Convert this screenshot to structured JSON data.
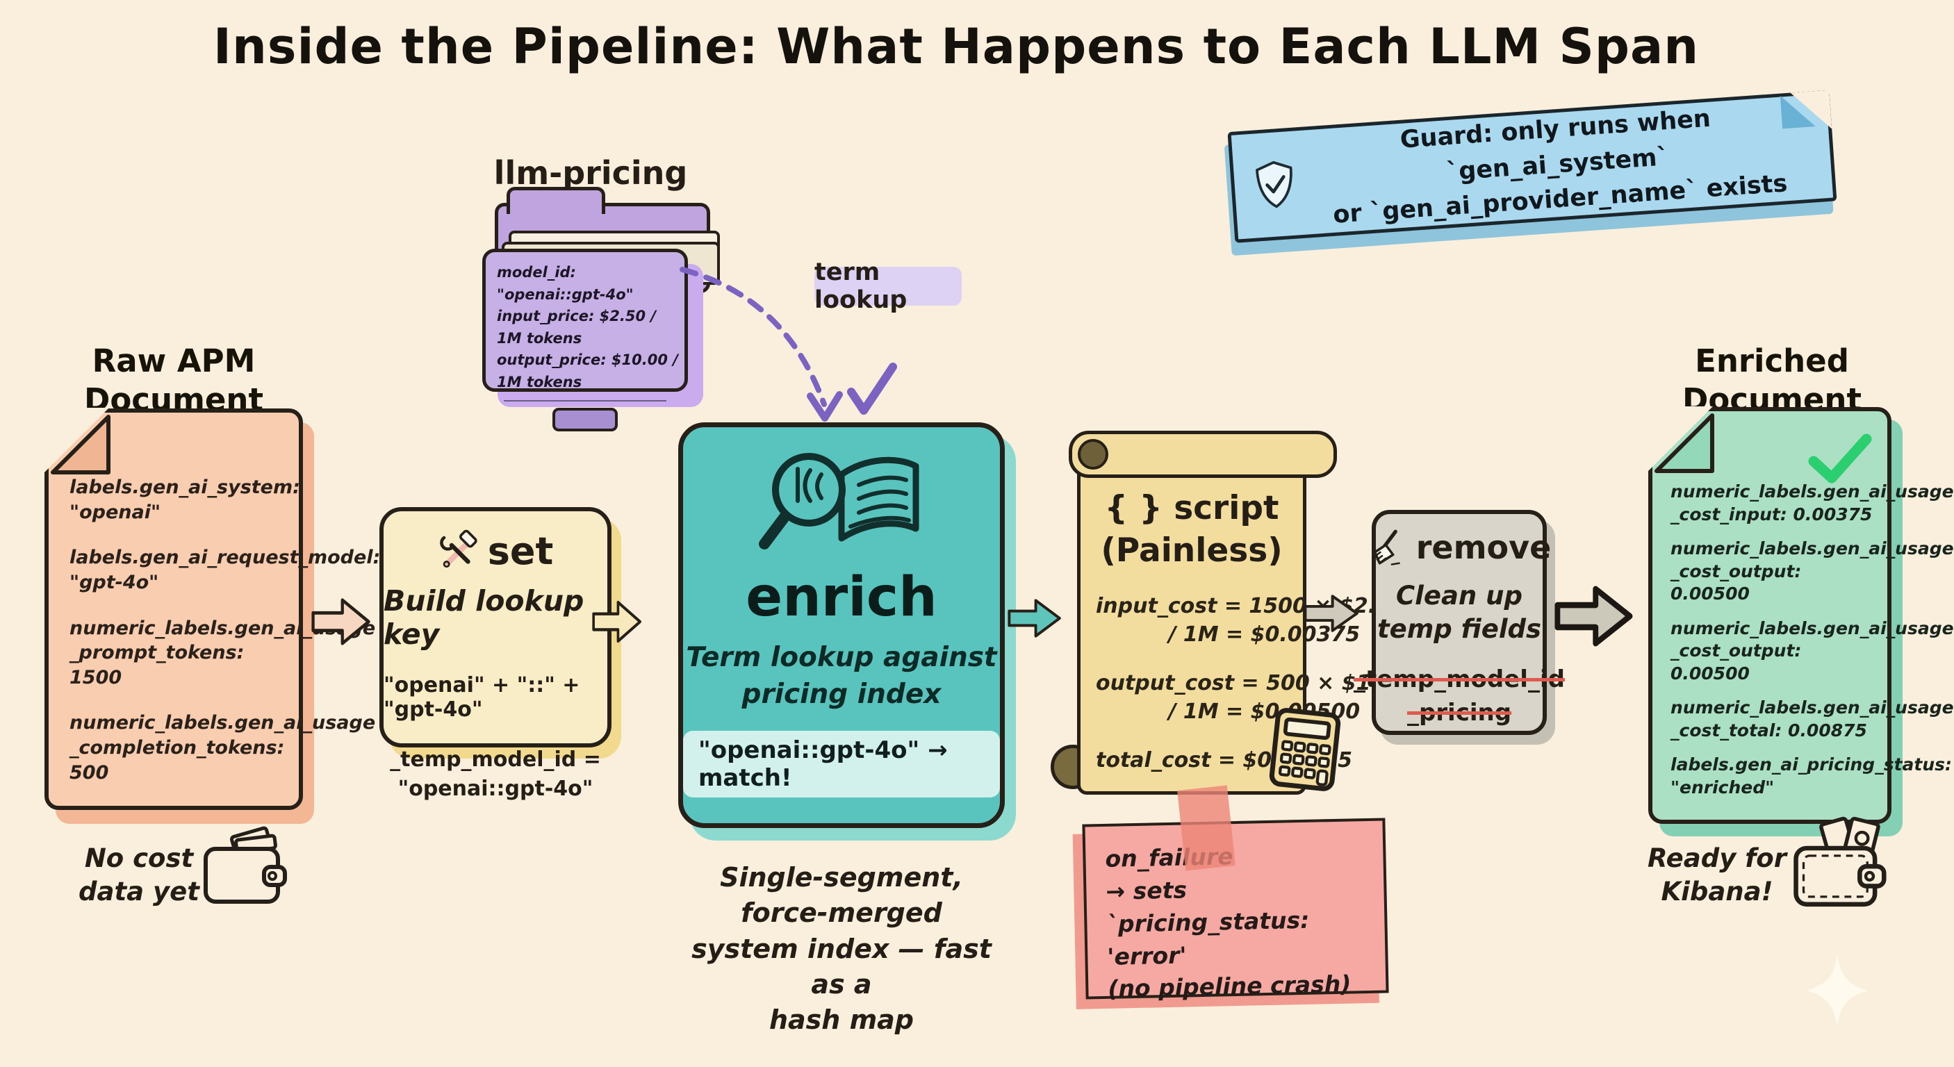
{
  "title": "Inside the Pipeline: What Happens to Each LLM Span",
  "pricing_index": {
    "label": "llm-pricing index",
    "entries": "model_id: \"openai::gpt-4o\"\ninput_price: $2.50 / 1M tokens\noutput_price: $10.00 / 1M tokens"
  },
  "guard_banner": {
    "text": "Guard: only runs when `gen_ai_system`\nor `gen_ai_provider_name` exists"
  },
  "term_lookup": {
    "label": "term lookup"
  },
  "raw_document": {
    "title": "Raw APM\nDocument",
    "fields": [
      "labels.gen_ai_system:\n\"openai\"",
      "labels.gen_ai_request_model:\n\"gpt-4o\"",
      "numeric_labels.gen_ai_usage\n_prompt_tokens: 1500",
      "numeric_labels.gen_ai_usage\n_completion_tokens: 500"
    ],
    "caption": "No cost\ndata yet"
  },
  "set_step": {
    "name": "set",
    "subtitle": "Build lookup key",
    "expression": "\"openai\" + \"::\" + \"gpt-4o\"",
    "assignment": "_temp_model_id =\n\"openai::gpt-4o\""
  },
  "enrich_step": {
    "name": "enrich",
    "subtitle": "Term lookup against\npricing index",
    "highlight": "\"openai::gpt-4o\" → match!",
    "caption": "Single-segment, force-merged\nsystem index — fast as a\nhash map"
  },
  "script_step": {
    "heading": "{ }  script\n(Painless)",
    "calc": [
      "input_cost = 1500 × $2.50\n          / 1M = $0.00375",
      "output_cost = 500 × $10.0\n          / 1M = $0.00500",
      "total_cost = $0.00875"
    ]
  },
  "failure_note": {
    "text": "on_failure\n→ sets\n`pricing_status: 'error'\n(no pipeline crash)"
  },
  "remove_step": {
    "name": "remove",
    "subtitle": "Clean up\ntemp fields",
    "removed": [
      "_temp_model_id",
      "_pricing"
    ]
  },
  "enriched_document": {
    "title": "Enriched\nDocument",
    "fields": [
      "numeric_labels.gen_ai_usage\n_cost_input: 0.00375",
      "numeric_labels.gen_ai_usage\n_cost_output: 0.00500",
      "numeric_labels.gen_ai_usage\n_cost_output: 0.00500",
      "numeric_labels.gen_ai_usage\n_cost_total: 0.00875",
      "labels.gen_ai_pricing_status:\n\"enriched\""
    ],
    "caption": "Ready for\nKibana!"
  },
  "icons": {
    "guard": "shield-check-icon",
    "set": "hammer-wrench-icon",
    "enrich": "magnifier-book-icon",
    "script": "calculator-icon",
    "remove": "broom-icon",
    "raw_caption": "wallet-empty-icon",
    "enriched_caption": "wallet-money-icon"
  },
  "colors": {
    "background": "#f9efdc",
    "raw_doc": "#f8cdb0",
    "folder": "#c7b0e6",
    "guard_banner": "#aad9ef",
    "set_box": "#f8edc6",
    "enrich_box": "#58c4bd",
    "script_scroll": "#f2dc9e",
    "failure_note": "#f6a9a2",
    "remove_box": "#d9d5cb",
    "enriched_doc": "#abe0c5",
    "accent_purple": "#7c62c1",
    "strike_red": "#e05a50",
    "check_green": "#2bcf70"
  }
}
